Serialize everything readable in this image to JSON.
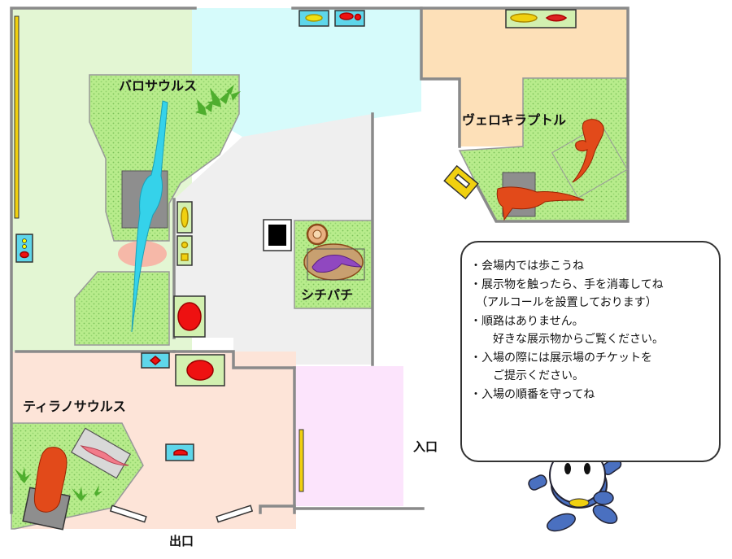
{
  "areas": {
    "barosaurus": "バロサウルス",
    "velociraptor": "ヴェロキラプトル",
    "shichipachi": "シチパチ",
    "tyrannosaurus": "ティラノサウルス",
    "entrance": "入口",
    "exit": "出口"
  },
  "notice": {
    "lines": [
      "・会場内では歩こうね",
      "・展示物を触ったら、手を消毒してね",
      "　（アルコールを設置しております）",
      "・順路はありません。",
      "　　好きな展示物からご覧ください。",
      "・入場の際には展示場のチケットを",
      "　　ご提示ください。",
      "・入場の順番を守ってね"
    ]
  },
  "colors": {
    "green_zone": "#e3f6d3",
    "cyan_zone": "#d6fbfb",
    "gray_zone": "#efefef",
    "orange_zone": "#fde0b8",
    "salmon_zone": "#fde4d8",
    "pink_zone": "#fce4fc",
    "grass": "#b8ec8c",
    "wall": "#8a8a8a",
    "case_cyan": "#5ed6ea",
    "case_green": "#d2f0b0",
    "dino_red": "#e24a1a",
    "accent_yellow": "#f0d010",
    "red_marker": "#ee1111"
  }
}
